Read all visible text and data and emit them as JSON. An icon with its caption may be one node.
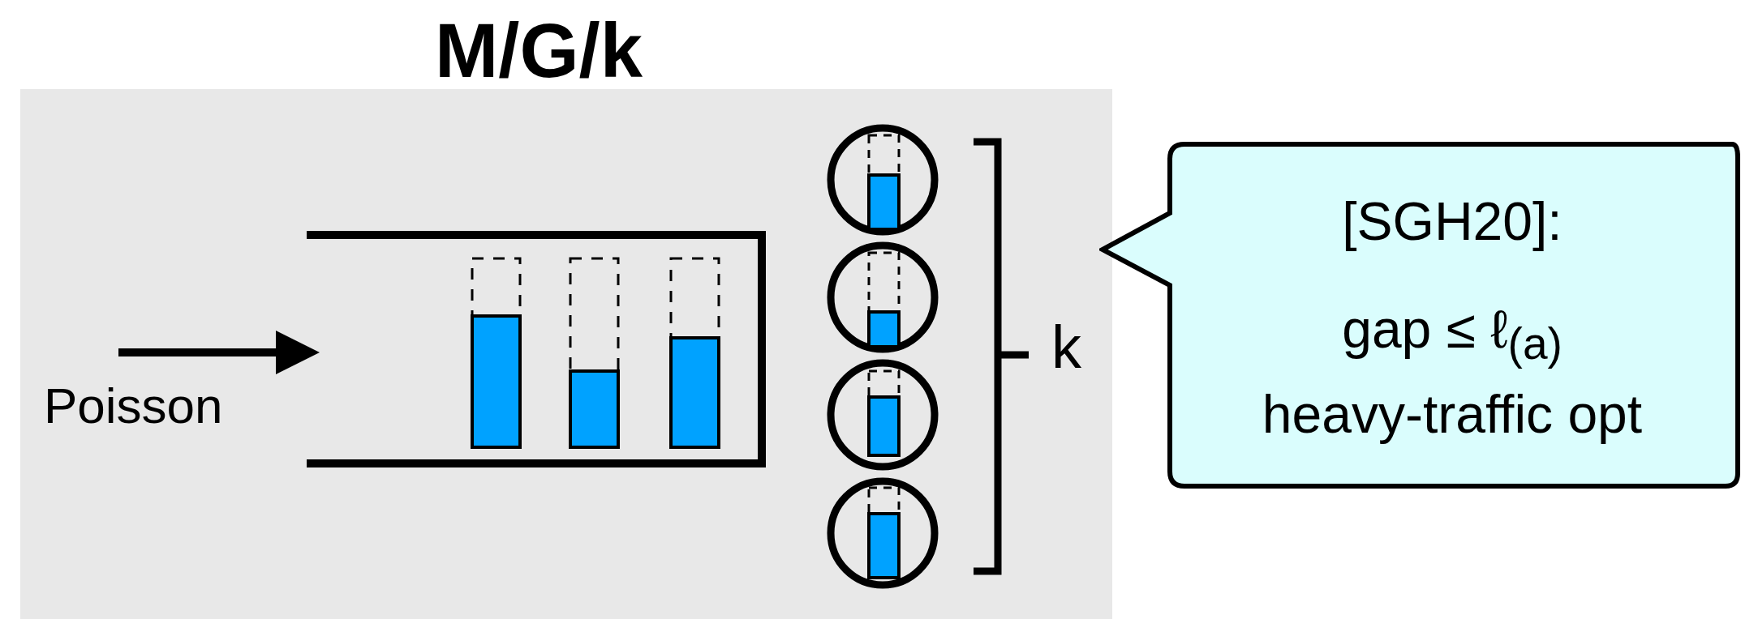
{
  "diagram": {
    "title": "M/G/k",
    "nodes": [
      {
        "text": [
          "[SGH20]:",
          "gap ≤ ℓ$_{(a)}$",
          "heavy-traffic opt"
        ]
      }
    ],
    "edges": [],
    "labels": [
      "Poisson",
      "k"
    ]
  }
}
